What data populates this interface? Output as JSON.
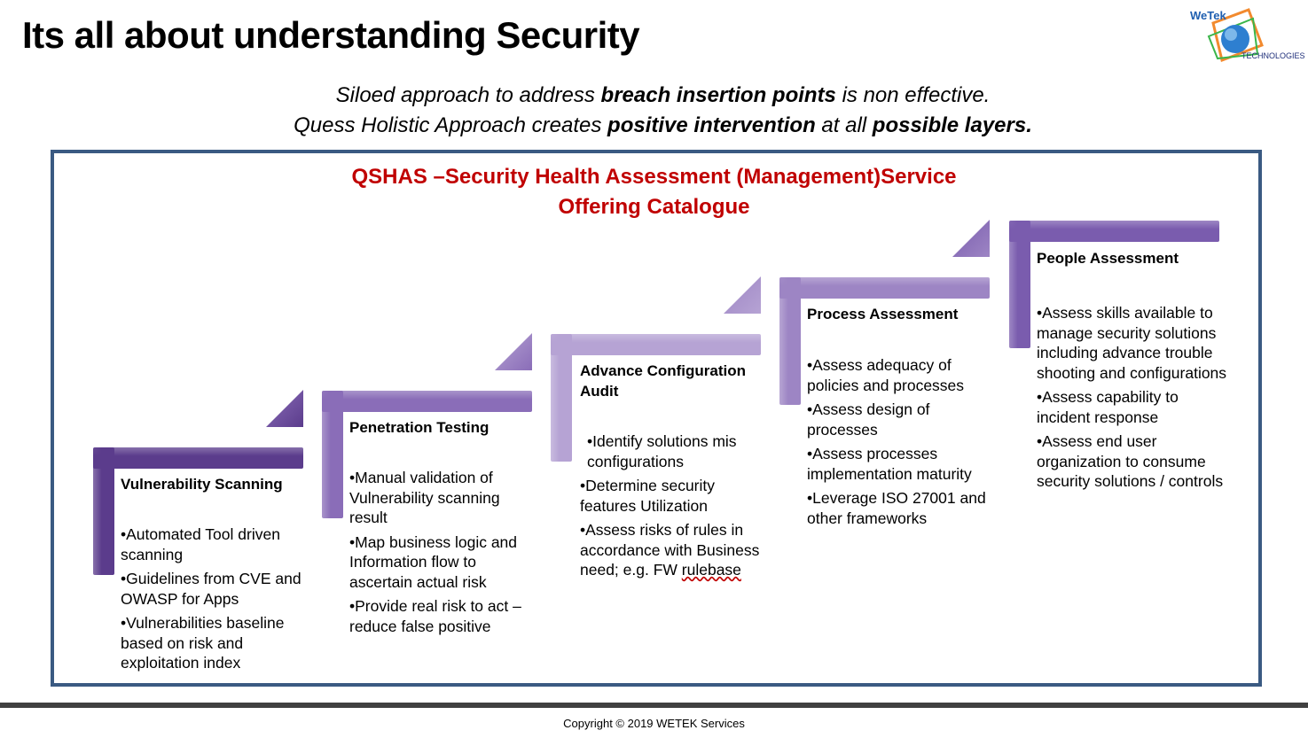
{
  "title": "Its all about understanding Security",
  "logo": {
    "text": "WeTek",
    "subtext": "TECHNOLOGIES"
  },
  "subtitle": {
    "line1": [
      "Siloed approach to address ",
      "breach insertion points",
      " is non effective."
    ],
    "line2": [
      "Quess Holistic Approach creates ",
      "positive intervention",
      " at all ",
      "possible layers."
    ]
  },
  "heading": {
    "line1": "QSHAS –Security Health Assessment (Management)Service",
    "line2": "Offering Catalogue"
  },
  "colors": {
    "step1": "#5b3c8c",
    "step2": "#8a6db8",
    "step3": "#b6a3d4",
    "step4": "#9d85c4",
    "step5": "#7a5cae",
    "heading": "#c00000",
    "frame": "#3a5a82"
  },
  "steps": [
    {
      "title": "Vulnerability Scanning",
      "bullets": [
        "•Automated Tool driven scanning",
        "•Guidelines from CVE and OWASP for Apps",
        "•Vulnerabilities baseline based on risk and exploitation index"
      ]
    },
    {
      "title": "Penetration Testing",
      "bullets": [
        "•Manual validation of Vulnerability scanning result",
        "•Map business logic and Information flow to ascertain actual risk",
        "•Provide real risk to act – reduce false positive"
      ]
    },
    {
      "title": "Advance Configuration Audit",
      "bullets": [
        "•Identify solutions mis configurations",
        "•Determine security features Utilization",
        "•Assess risks of rules in accordance with Business need; e.g. FW ",
        "rulebase"
      ]
    },
    {
      "title": "Process Assessment",
      "bullets": [
        "•Assess adequacy of policies and processes",
        "•Assess design of processes",
        "•Assess processes implementation maturity",
        "•Leverage ISO 27001 and other frameworks"
      ]
    },
    {
      "title": "People  Assessment",
      "bullets": [
        "•Assess skills available to manage security solutions including advance trouble shooting and configurations",
        "•Assess capability to incident response",
        "•Assess end user organization to consume security solutions / controls"
      ]
    }
  ],
  "footer": "Copyright © 2019 WETEK Services"
}
